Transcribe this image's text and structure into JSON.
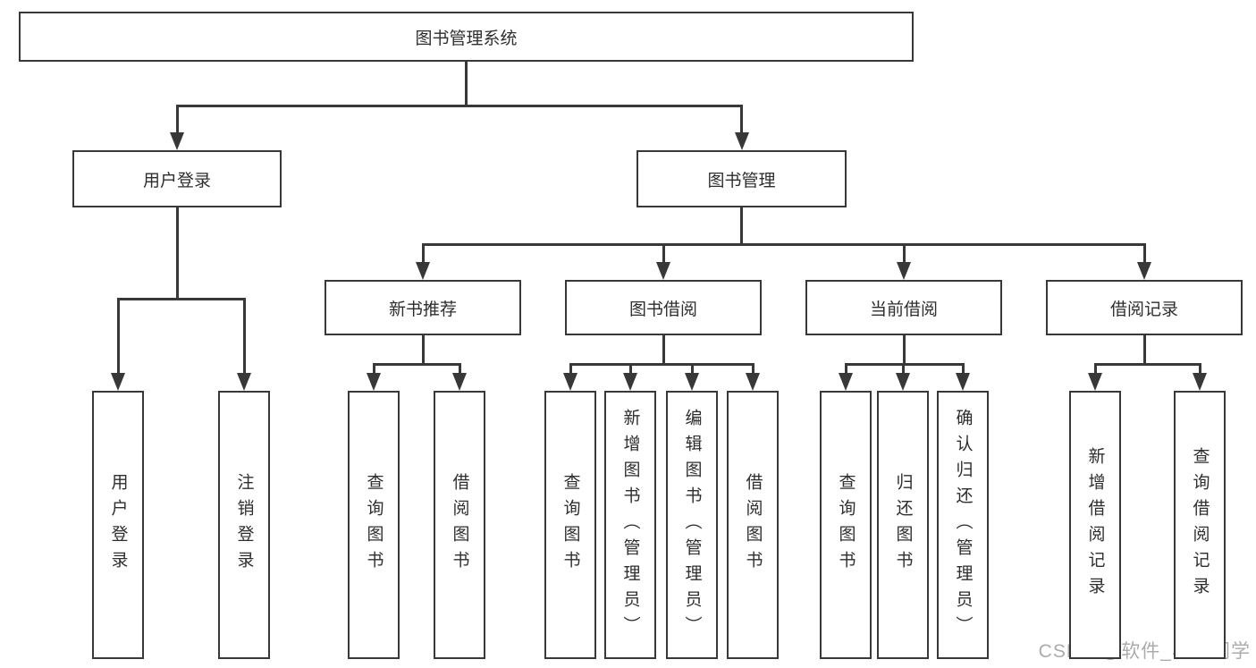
{
  "diagram": {
    "watermark": "CSDN @软件_小贺同学",
    "colors": {
      "line": "#383838",
      "text": "#2e2e2e",
      "background": "#ffffff",
      "watermark_text": "#ababab"
    },
    "tree": {
      "root": {
        "id": "root",
        "label": "图书管理系统",
        "children": [
          {
            "id": "user-login",
            "label": "用户登录",
            "children": [
              {
                "id": "leaf-user-login",
                "label": "用户登录"
              },
              {
                "id": "leaf-logout",
                "label": "注销登录"
              }
            ]
          },
          {
            "id": "book-mgmt",
            "label": "图书管理",
            "children": [
              {
                "id": "new-book-rec",
                "label": "新书推荐",
                "children": [
                  {
                    "id": "leaf-query-book-1",
                    "label": "查询图书"
                  },
                  {
                    "id": "leaf-borrow-book-1",
                    "label": "借阅图书"
                  }
                ]
              },
              {
                "id": "book-borrow",
                "label": "图书借阅",
                "children": [
                  {
                    "id": "leaf-query-book-2",
                    "label": "查询图书"
                  },
                  {
                    "id": "leaf-add-book",
                    "label": "新增图书（管理员）"
                  },
                  {
                    "id": "leaf-edit-book",
                    "label": "编辑图书（管理员）"
                  },
                  {
                    "id": "leaf-borrow-book-2",
                    "label": "借阅图书"
                  }
                ]
              },
              {
                "id": "current-borrow",
                "label": "当前借阅",
                "children": [
                  {
                    "id": "leaf-query-book-3",
                    "label": "查询图书"
                  },
                  {
                    "id": "leaf-return-book",
                    "label": "归还图书"
                  },
                  {
                    "id": "leaf-confirm-return",
                    "label": "确认归还（管理员）"
                  }
                ]
              },
              {
                "id": "borrow-records",
                "label": "借阅记录",
                "children": [
                  {
                    "id": "leaf-add-record",
                    "label": "新增借阅记录"
                  },
                  {
                    "id": "leaf-query-record",
                    "label": "查询借阅记录"
                  }
                ]
              }
            ]
          }
        ]
      }
    }
  }
}
